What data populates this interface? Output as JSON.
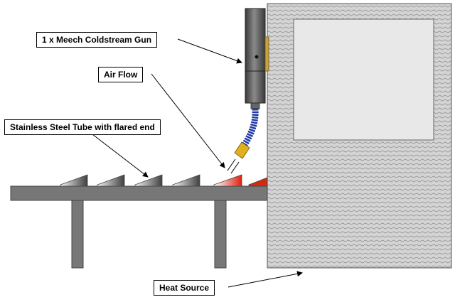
{
  "labels": {
    "gun": "1 x Meech Coldstream Gun",
    "air_flow": "Air Flow",
    "tube": "Stainless Steel Tube with flared end",
    "heat_source": "Heat Source"
  },
  "colors": {
    "conveyor": "#777777",
    "gun_body": "#5a5a5a",
    "hose": "#1d3aa8",
    "nozzle": "#e0b020",
    "heat_source_fill": "#c8c8c8",
    "window": "#e8e8e8",
    "hot_tube": "#e03020"
  }
}
